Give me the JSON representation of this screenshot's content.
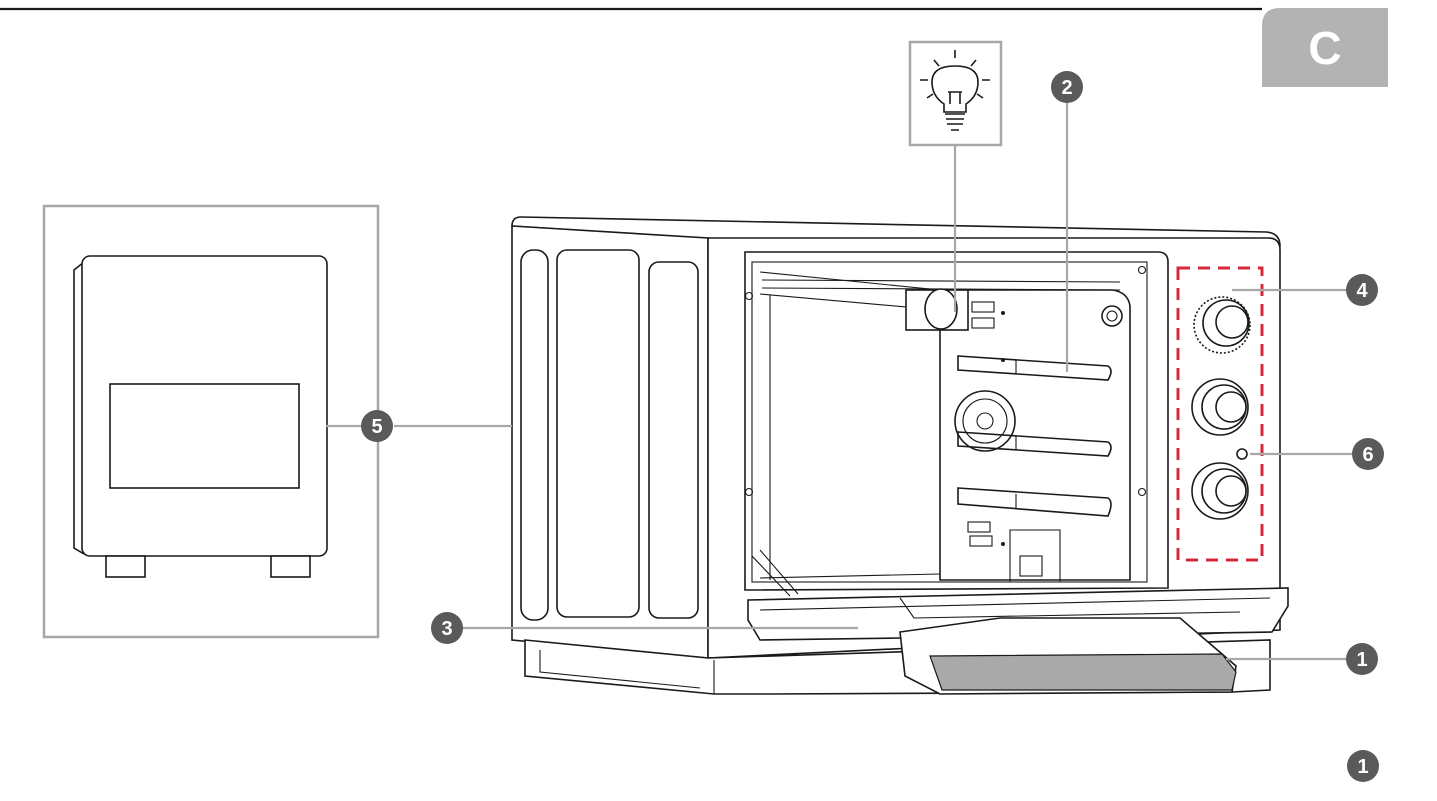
{
  "section_tab": {
    "label": "C",
    "color": "#b3b3b3"
  },
  "callouts": {
    "light": "",
    "rack": "2",
    "door": "3",
    "controls": "4",
    "side_view": "5",
    "indicator": "6",
    "crumb_tray": "1",
    "legend_first": "1"
  },
  "colors": {
    "callout_fill": "#5a5a5a",
    "leader": "#a7a7a7",
    "highlight_dash": "#d6283a",
    "tray_fill": "#a9a9a9",
    "line": "#1a1a1a"
  },
  "icons": {
    "light": "light-bulb-icon"
  }
}
